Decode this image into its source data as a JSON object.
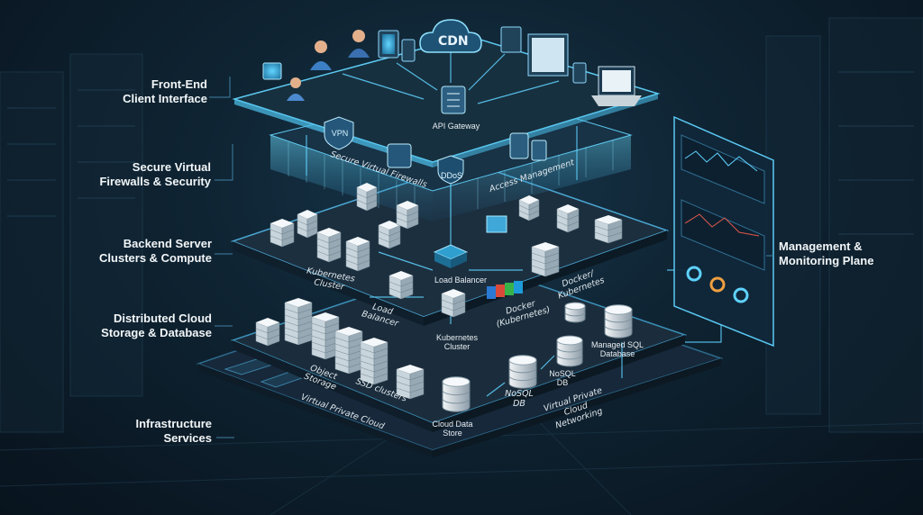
{
  "layers": {
    "front_end": "Front-End\nClient Interface",
    "firewalls": "Secure Virtual\nFirewalls & Security",
    "backend": "Backend Server\nClusters & Compute",
    "storage": "Distributed Cloud\nStorage & Database",
    "infra": "Infrastructure\nServices"
  },
  "management": "Management &\nMonitoring Plane",
  "nodes": {
    "cdn": "CDN",
    "api_gateway": "API Gateway",
    "vpn": "VPN",
    "ddos": "DDoS",
    "secure_fw": "Secure Virtual Firewalls",
    "access_mgmt": "Access Management",
    "k8s_cluster_hand": "Kubernetes\nCluster",
    "load_balancer_hand": "Load\nBalancer",
    "load_balancer": "Load Balancer",
    "docker_k8s_a": "Docker\n(Kubernetes)",
    "docker_k8s_b": "Docker/\nKubernetes",
    "k8s_cluster": "Kubernetes\nCluster",
    "managed_sql": "Managed SQL\nDatabase",
    "nosql_a": "NoSQL\nDB",
    "nosql_b": "NoSQL\nDB",
    "object_storage": "Object Storage",
    "ssd_clusters": "SSD clusters",
    "cloud_data_store": "Cloud Data\nStore",
    "vpc_a": "Virtual Private Cloud",
    "vpc_b": "Virtual Private Cloud\nNetworking"
  },
  "colors": {
    "accent": "#3fd0ff",
    "glow": "#7fe3ff",
    "platform": "#1a2c3a",
    "server": "#d6e0e6"
  }
}
